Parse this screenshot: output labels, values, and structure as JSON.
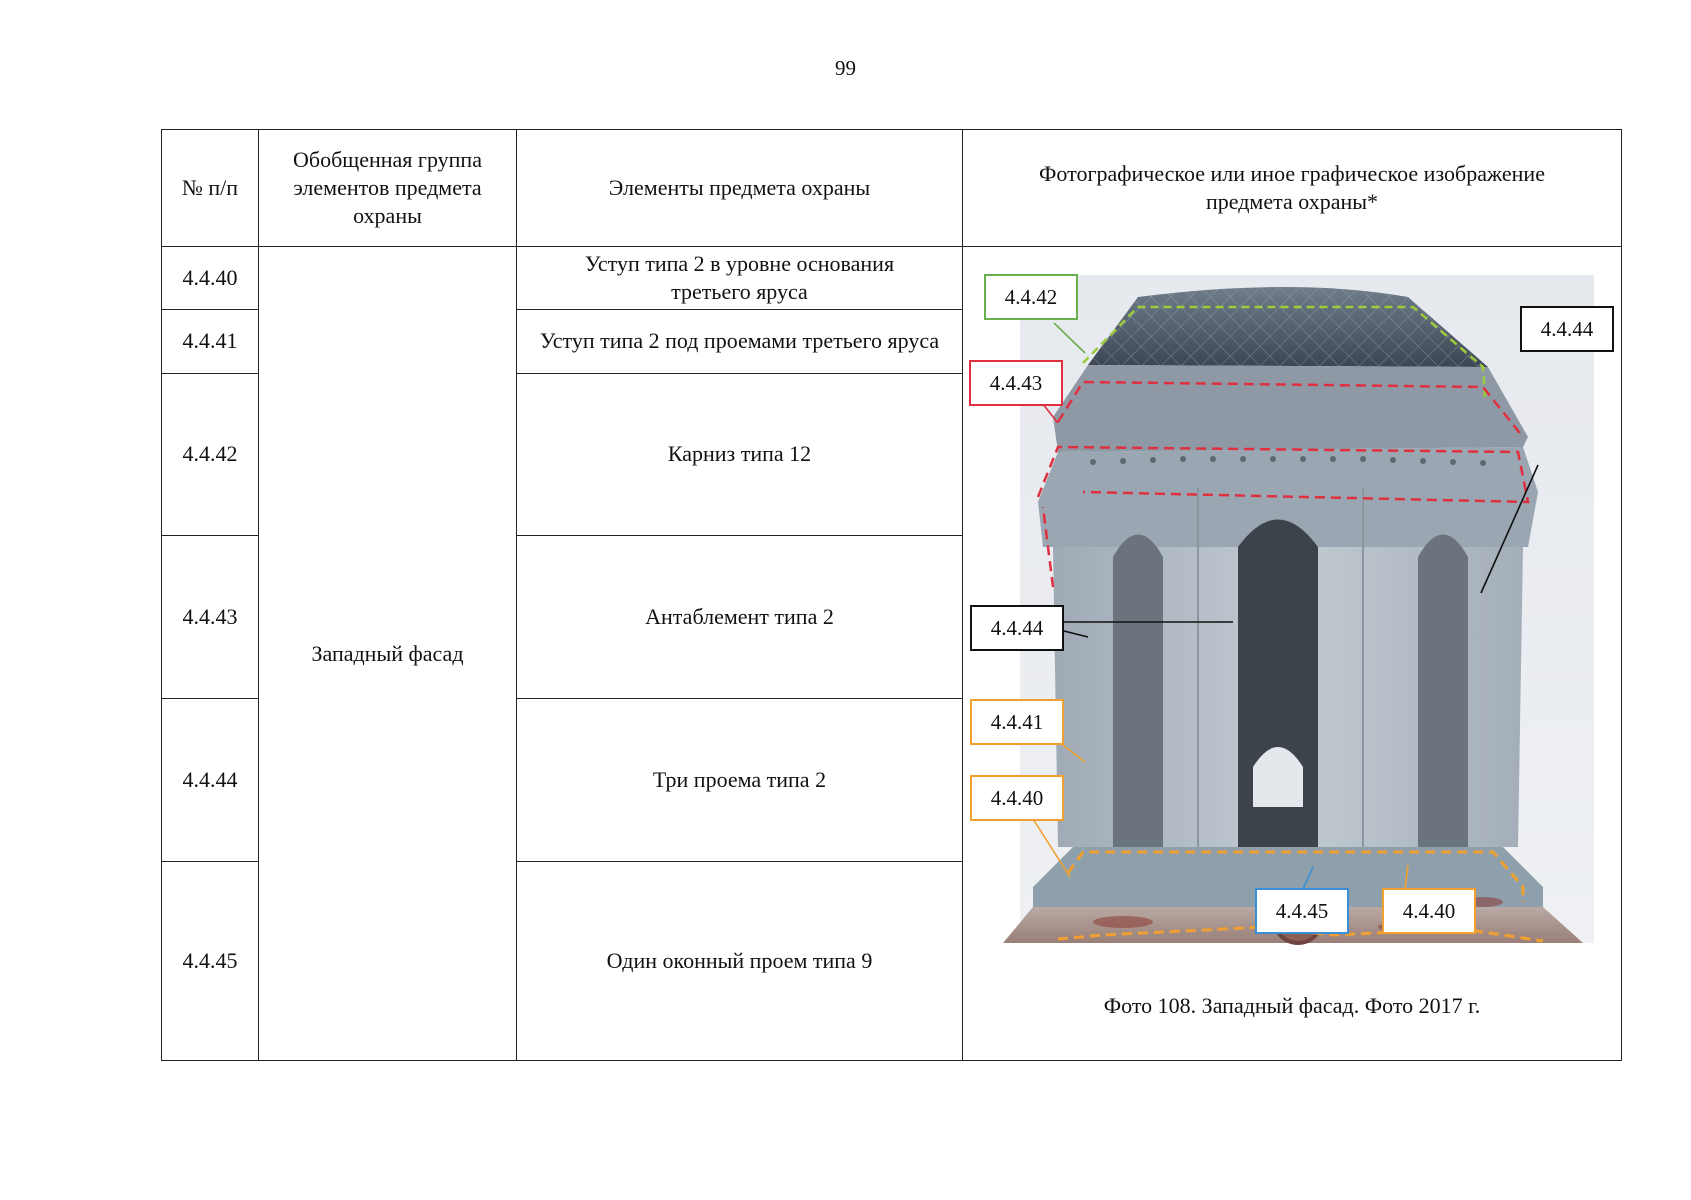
{
  "page_number": "99",
  "headers": {
    "num": "№ п/п",
    "group": "Обобщенная группа элементов предмета охраны",
    "elements": "Элементы предмета охраны",
    "photo": "Фотографическое или иное графическое изображение предмета охраны*"
  },
  "group_label": "Западный фасад",
  "rows": [
    {
      "num": "4.4.40",
      "element": "Уступ типа 2 в уровне основания третьего яруса"
    },
    {
      "num": "4.4.41",
      "element": "Уступ типа 2 под проемами третьего яруса"
    },
    {
      "num": "4.4.42",
      "element": "Карниз типа 12"
    },
    {
      "num": "4.4.43",
      "element": "Антаблемент типа 2"
    },
    {
      "num": "4.4.44",
      "element": "Три проема типа 2"
    },
    {
      "num": "4.4.45",
      "element": "Один оконный проем типа 9"
    }
  ],
  "photo_labels": {
    "l4442": "4.4.42",
    "l4443": "4.4.43",
    "l4444_right": "4.4.44",
    "l4444_left": "4.4.44",
    "l4441": "4.4.41",
    "l4440_left": "4.4.40",
    "l4445": "4.4.45",
    "l4440_bottom": "4.4.40"
  },
  "label_colors": {
    "green": "#6ab04c",
    "red": "#e03040",
    "black": "#111111",
    "orange": "#f0a030",
    "blue": "#3a8fd6"
  },
  "caption": "Фото 108. Западный фасад. Фото 2017 г."
}
